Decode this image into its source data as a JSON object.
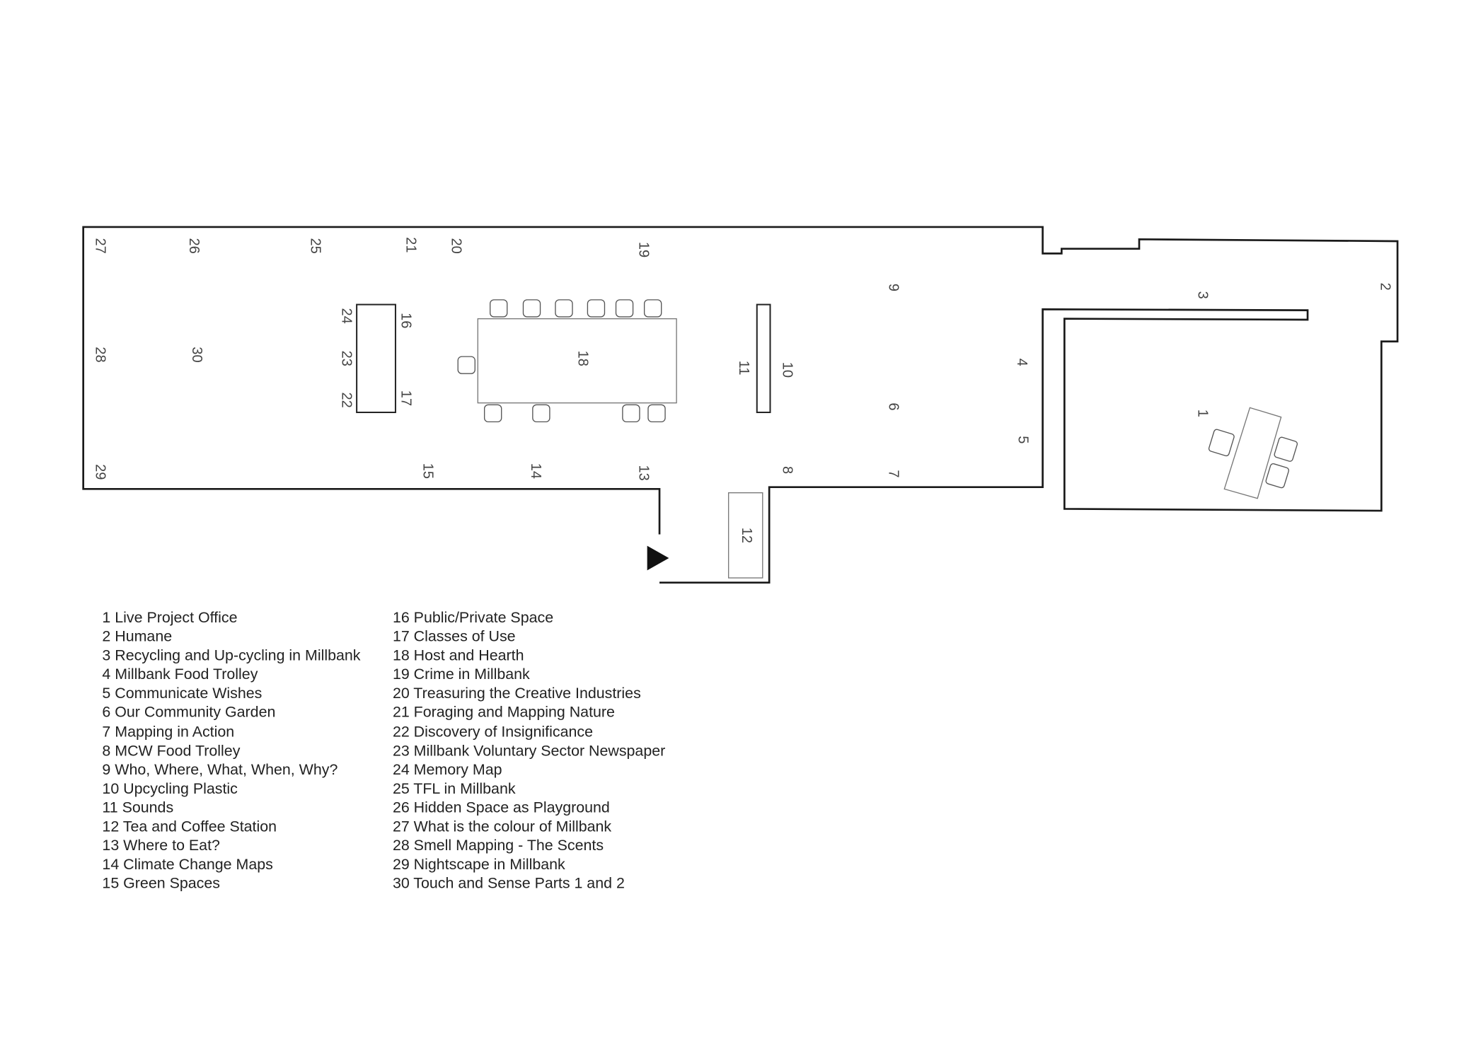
{
  "plan": {
    "labels": {
      "1": "1",
      "2": "2",
      "3": "3",
      "4": "4",
      "5": "5",
      "6": "6",
      "7": "7",
      "8": "8",
      "9": "9",
      "10": "10",
      "11": "11",
      "12": "12",
      "13": "13",
      "14": "14",
      "15": "15",
      "16": "16",
      "17": "17",
      "18": "18",
      "19": "19",
      "20": "20",
      "21": "21",
      "22": "22",
      "23": "23",
      "24": "24",
      "25": "25",
      "26": "26",
      "27": "27",
      "28": "28",
      "29": "29",
      "30": "30"
    },
    "wall_color": "#1a1a1a",
    "entrance_icon": "entrance-arrow-icon"
  },
  "legend": {
    "col1": [
      "1 Live Project Office",
      "2 Humane",
      "3 Recycling and Up-cycling in Millbank",
      "4 Millbank Food Trolley",
      "5 Communicate Wishes",
      "6 Our Community Garden",
      "7 Mapping in Action",
      "8 MCW Food Trolley",
      "9 Who, Where, What, When, Why?",
      "10 Upcycling Plastic",
      "11 Sounds",
      "12 Tea and Coffee Station",
      "13 Where to Eat?",
      "14 Climate Change Maps",
      "15 Green Spaces"
    ],
    "col2": [
      "16 Public/Private Space",
      "17 Classes of Use",
      "18 Host and Hearth",
      "19 Crime in Millbank",
      "20 Treasuring the Creative Industries",
      "21 Foraging and Mapping Nature",
      "22 Discovery of Insignificance",
      "23 Millbank Voluntary Sector Newspaper",
      "24 Memory Map",
      "25 TFL in Millbank",
      "26 Hidden Space as Playground",
      "27 What is the colour of Millbank",
      "28 Smell Mapping - The Scents",
      "29 Nightscape in Millbank",
      "30 Touch and Sense Parts 1 and 2"
    ]
  }
}
